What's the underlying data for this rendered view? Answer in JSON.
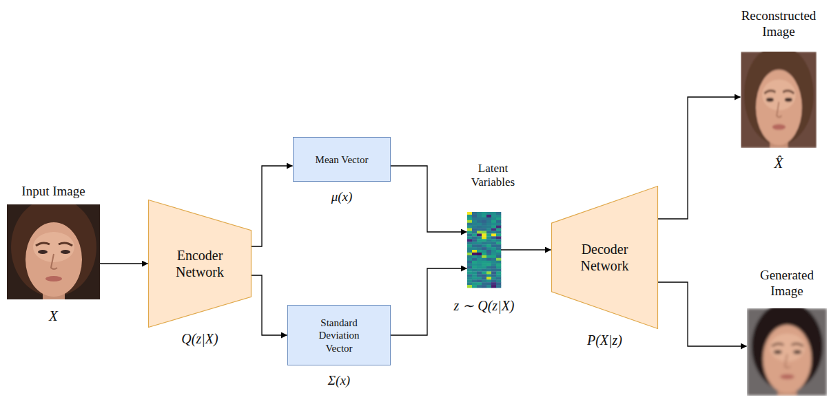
{
  "diagram": {
    "nodes": [
      {
        "text": [
          "Input Image",
          "X"
        ]
      },
      {
        "text": [
          "Encoder Network",
          "Q(z|X)"
        ]
      },
      {
        "text": [
          "Mean Vector",
          "μ(x)"
        ]
      },
      {
        "text": [
          "Standard Deviation Vector",
          "Σ(x)"
        ]
      },
      {
        "text": [
          "Latent Variables",
          "z ∼ Q(z|X)"
        ]
      },
      {
        "text": [
          "Decoder Network",
          "P(X|z)"
        ]
      },
      {
        "text": [
          "Reconstructed Image",
          "X̂"
        ]
      },
      {
        "text": [
          "Generated Image"
        ]
      }
    ],
    "edges": [
      {
        "from": 0,
        "to": 1,
        "arrow": "to"
      },
      {
        "from": 1,
        "to": 2,
        "arrow": "to"
      },
      {
        "from": 1,
        "to": 3,
        "arrow": "to"
      },
      {
        "from": 2,
        "to": 4,
        "arrow": "to"
      },
      {
        "from": 3,
        "to": 4,
        "arrow": "to"
      },
      {
        "from": 4,
        "to": 5,
        "arrow": "to"
      },
      {
        "from": 5,
        "to": 6,
        "arrow": "to"
      },
      {
        "from": 5,
        "to": 7,
        "arrow": "to"
      }
    ]
  }
}
